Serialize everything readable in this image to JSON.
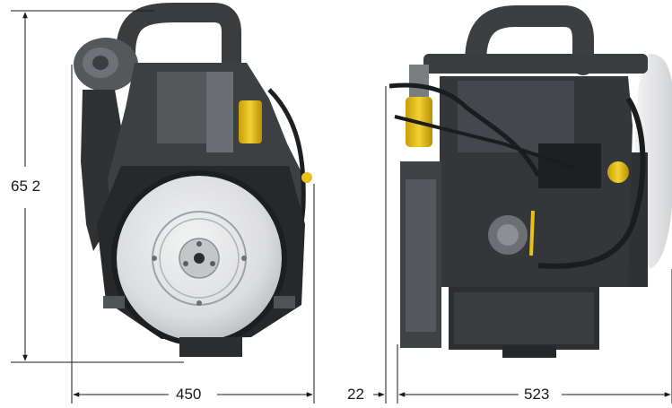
{
  "dimensions": {
    "height": "65 2",
    "front_width": "450",
    "offset": "22",
    "side_length": "523"
  },
  "illustration": {
    "front_view_icon": "engine-front-view-icon",
    "side_view_icon": "engine-side-view-icon"
  },
  "colors": {
    "dimension_line": "#1a1a1a",
    "engine_dark": "#2c2e30",
    "engine_mid": "#4a4d50",
    "flywheel_light": "#e4e5e6",
    "fuel_filter_yellow": "#e8c21a",
    "fan_light": "#e9eaeb"
  }
}
